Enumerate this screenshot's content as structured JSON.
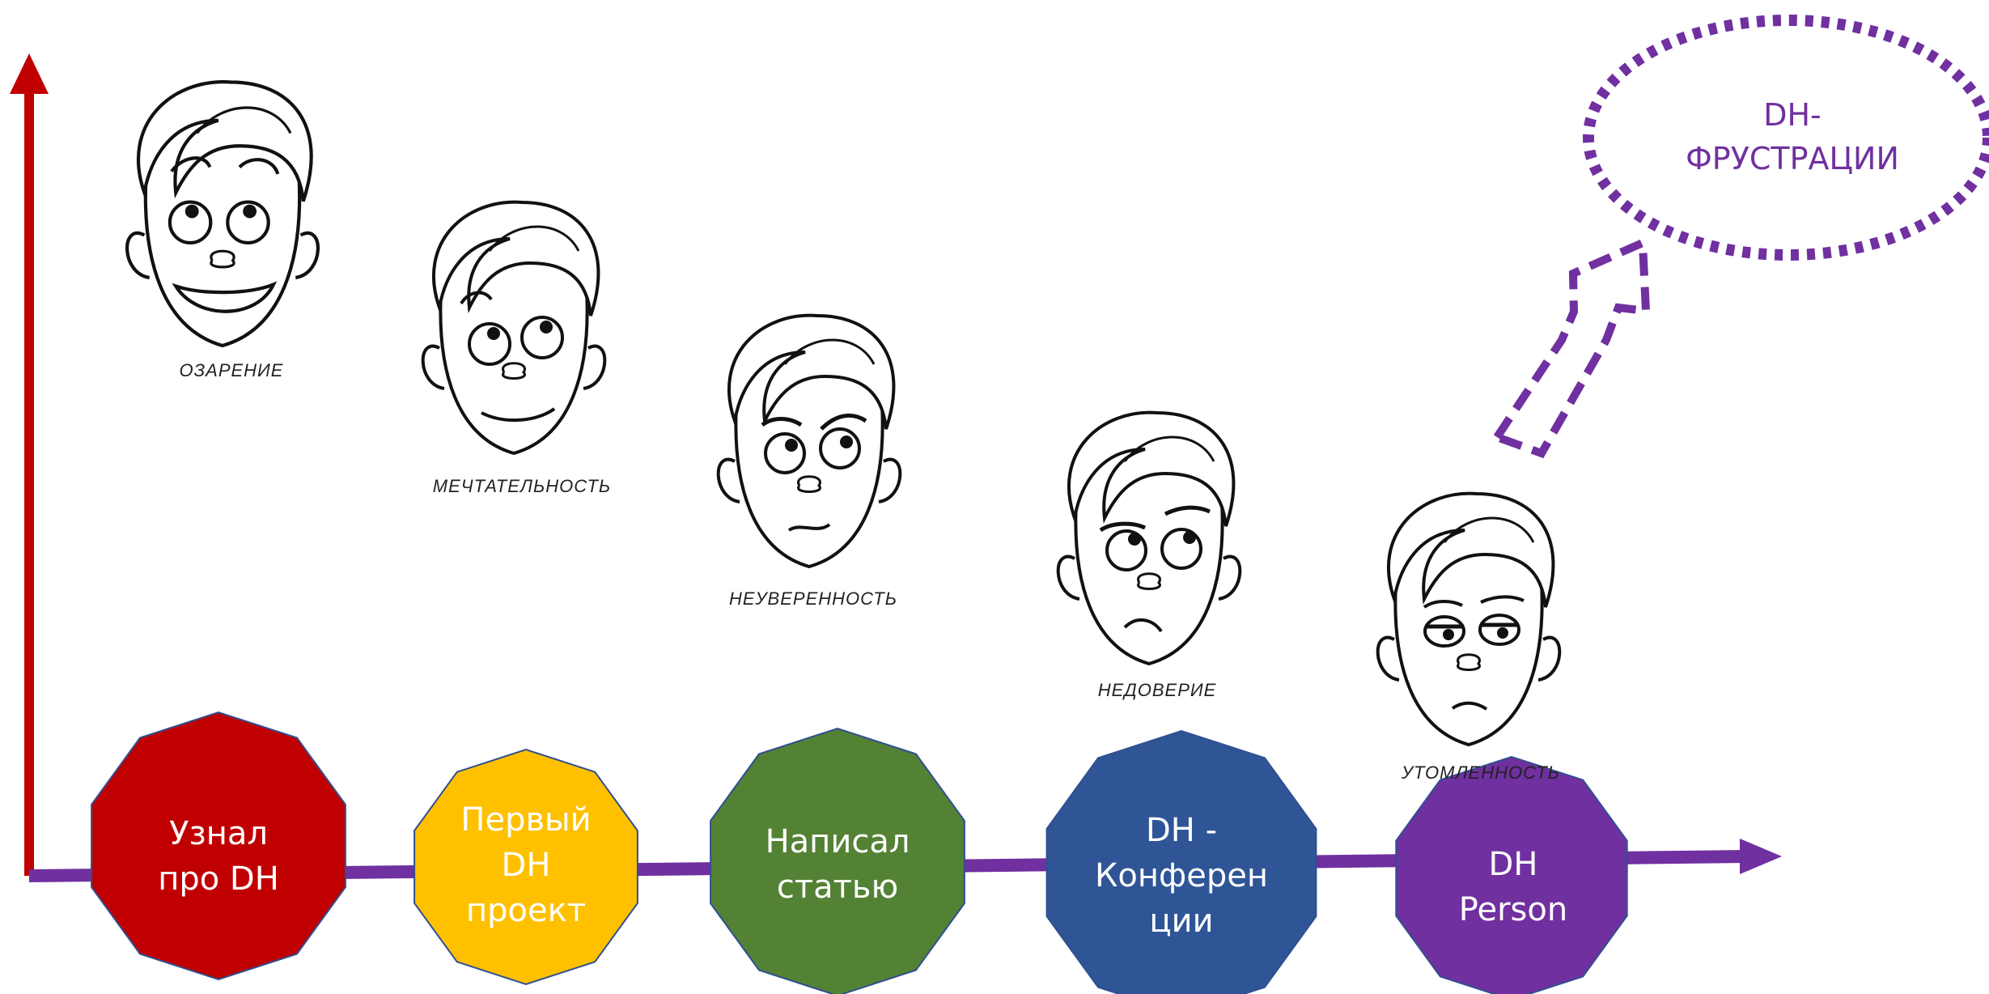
{
  "faces": [
    {
      "label": "ОЗАРЕНИЕ",
      "mood": "joy"
    },
    {
      "label": "МЕЧТАТЕЛЬНОСТЬ",
      "mood": "dreamy"
    },
    {
      "label": "НЕУВЕРЕННОСТЬ",
      "mood": "unsure"
    },
    {
      "label": "НЕДОВЕРИЕ",
      "mood": "distrust"
    },
    {
      "label": "УТОМЛЕННОСТЬ",
      "mood": "tired"
    }
  ],
  "stages": [
    {
      "line1": "Узнал",
      "line2": "про DH",
      "line3": "",
      "color": "#c00000"
    },
    {
      "line1": "Первый",
      "line2": "DH",
      "line3": "проект",
      "color": "#ffc000"
    },
    {
      "line1": "Написал",
      "line2": "статью",
      "line3": "",
      "color": "#548235"
    },
    {
      "line1": "DH -",
      "line2": "Конферен",
      "line3": "ции",
      "color": "#2f5597"
    },
    {
      "line1": "DH",
      "line2": "Person",
      "line3": "",
      "color": "#7030a0"
    }
  ],
  "bubble": {
    "line1": "DH-",
    "line2": "ФРУСТРАЦИИ",
    "color": "#7030a0"
  },
  "axes": {
    "y_color": "#c00000",
    "x_color": "#7030a0"
  }
}
